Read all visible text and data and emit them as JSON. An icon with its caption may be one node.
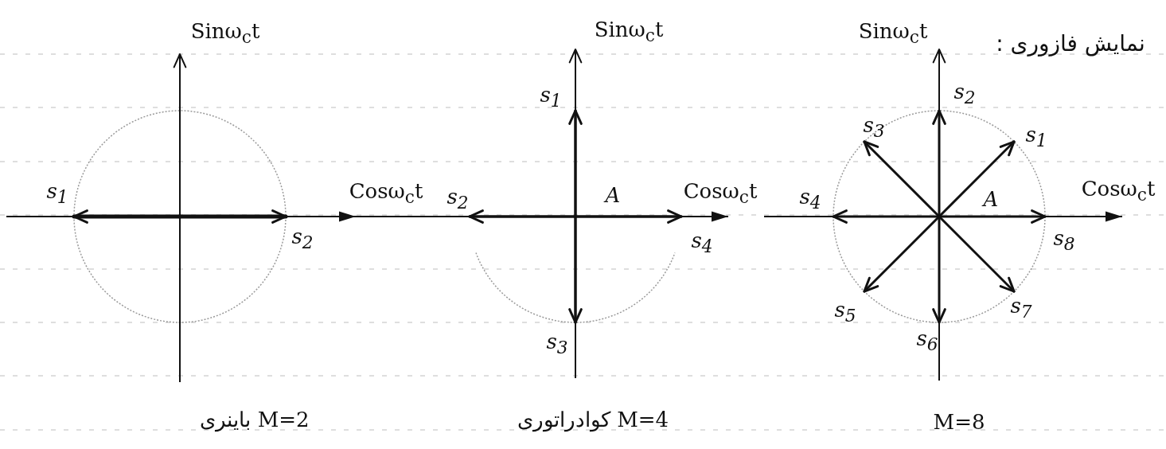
{
  "diagram": {
    "title": "نمایش فازوری :",
    "labels": [
      "Sinω$_{c}$t",
      "s$_{1}$",
      "Cosω$_{c}$t",
      "s$_{2}$",
      "باینری M=2",
      "Sinω$_{c}$t",
      "s$_{1}$",
      "s$_{2}$",
      "A",
      "Cosω$_{c}$t",
      "s$_{4}$",
      "s$_{3}$",
      "کوادراتوری M=4",
      "Sinω$_{c}$t",
      "s$_{2}$",
      "s$_{3}$",
      "s$_{1}$",
      "s$_{4}$",
      "A",
      "Cosω$_{c}$t",
      "s$_{8}$",
      "s$_{5}$",
      "s$_{7}$",
      "s$_{6}$",
      "M=8"
    ]
  }
}
